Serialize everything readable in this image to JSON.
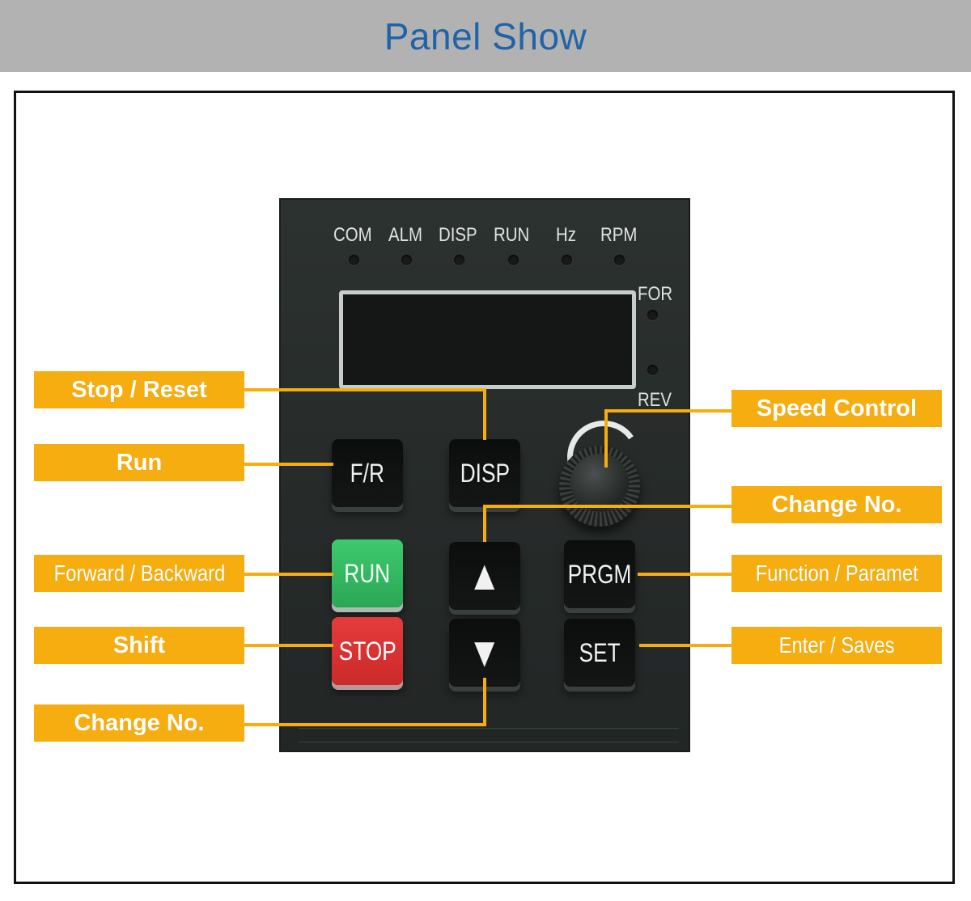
{
  "header": {
    "title": "Panel Show"
  },
  "panel": {
    "leds": [
      "COM",
      "ALM",
      "DISP",
      "RUN",
      "Hz",
      "RPM"
    ],
    "side_leds": [
      "FOR",
      "REV"
    ],
    "buttons": {
      "fr": "F/R",
      "disp": "DISP",
      "run": "RUN",
      "prgm": "PRGM",
      "stop": "STOP",
      "set": "SET",
      "up": "▲",
      "down": "▼"
    }
  },
  "callouts": {
    "left": [
      "Stop / Reset",
      "Run",
      "Forward / Backward",
      "Shift",
      "Change No."
    ],
    "right": [
      "Speed Control",
      "Change No.",
      "Function / Paramet",
      "Enter / Saves"
    ]
  },
  "colors": {
    "header_bg": "#b2b2b2",
    "title": "#1f63a8",
    "callout": "#f6ad10",
    "run_button": "#2fb35f",
    "stop_button": "#d93030"
  }
}
